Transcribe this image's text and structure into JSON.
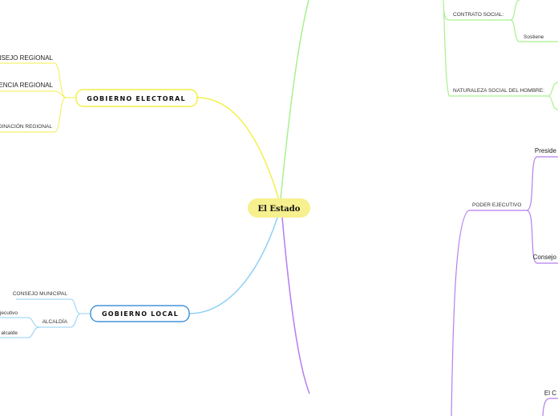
{
  "colors": {
    "root_fill": "#f7f08e",
    "yellow": "#f3ef4a",
    "green": "#a8f08c",
    "purple": "#b57ef0",
    "blue": "#8fd0f5",
    "local_border": "#1f7fd0"
  },
  "root": {
    "label": "El Estado"
  },
  "gobierno_electoral": {
    "label": "GOBIERNO ELECTORAL",
    "children": [
      "CONSEJO REGIONAL",
      "PRESIDENCIA REGIONAL",
      "COORDINACIÓN REGIONAL"
    ]
  },
  "gobierno_local": {
    "label": "GOBIERNO LOCAL",
    "children": [
      "CONSEJO MUNICIPAL",
      "ALCALDÍA"
    ],
    "alcaldia_children": [
      "ejecutivo",
      "alcalde"
    ]
  },
  "green_branch": {
    "contrato": "CONTRATO SOCIAL:",
    "sostiene": "Sostiene",
    "naturaleza": "NATURALEZA SOCIAL DEL HOMBRE:"
  },
  "purple_branch": {
    "poder": "PODER EJECUTIVO",
    "presidencia": "Preside",
    "consejo": "Consejo",
    "el_c": "El C"
  }
}
